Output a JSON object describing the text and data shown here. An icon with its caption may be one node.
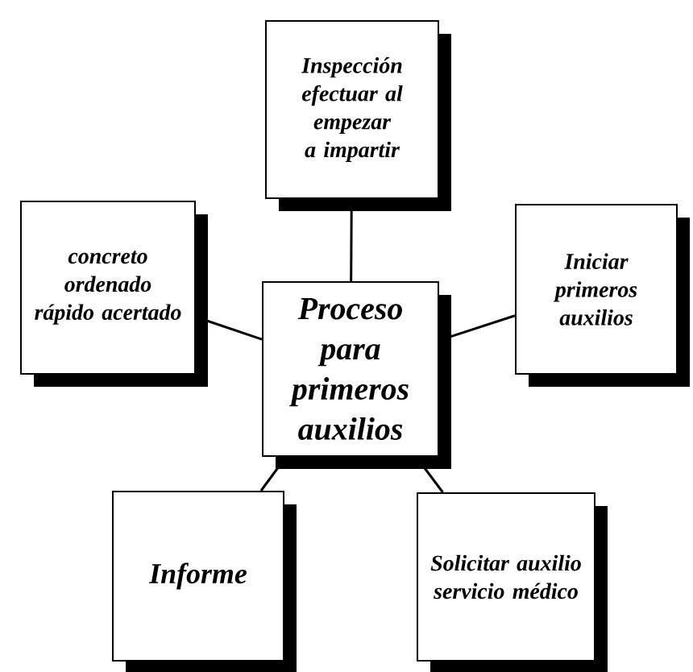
{
  "diagram": {
    "nodes": [
      {
        "text": [
          "Inspección efectuar al empezar a impartir"
        ]
      },
      {
        "text": [
          "concreto ordenado rápido acertado"
        ]
      },
      {
        "text": [
          "Iniciar primeros auxilios"
        ]
      },
      {
        "text": [
          "Proceso para primeros auxilios"
        ]
      },
      {
        "text": [
          "Informe"
        ]
      },
      {
        "text": [
          "Solicitar auxilio servicio médico"
        ]
      }
    ],
    "edges": [
      {
        "from": 3,
        "to": 0,
        "arrow": "none"
      },
      {
        "from": 3,
        "to": 1,
        "arrow": "none"
      },
      {
        "from": 3,
        "to": 2,
        "arrow": "none"
      },
      {
        "from": 3,
        "to": 4,
        "arrow": "none"
      },
      {
        "from": 3,
        "to": 5,
        "arrow": "none"
      }
    ]
  }
}
